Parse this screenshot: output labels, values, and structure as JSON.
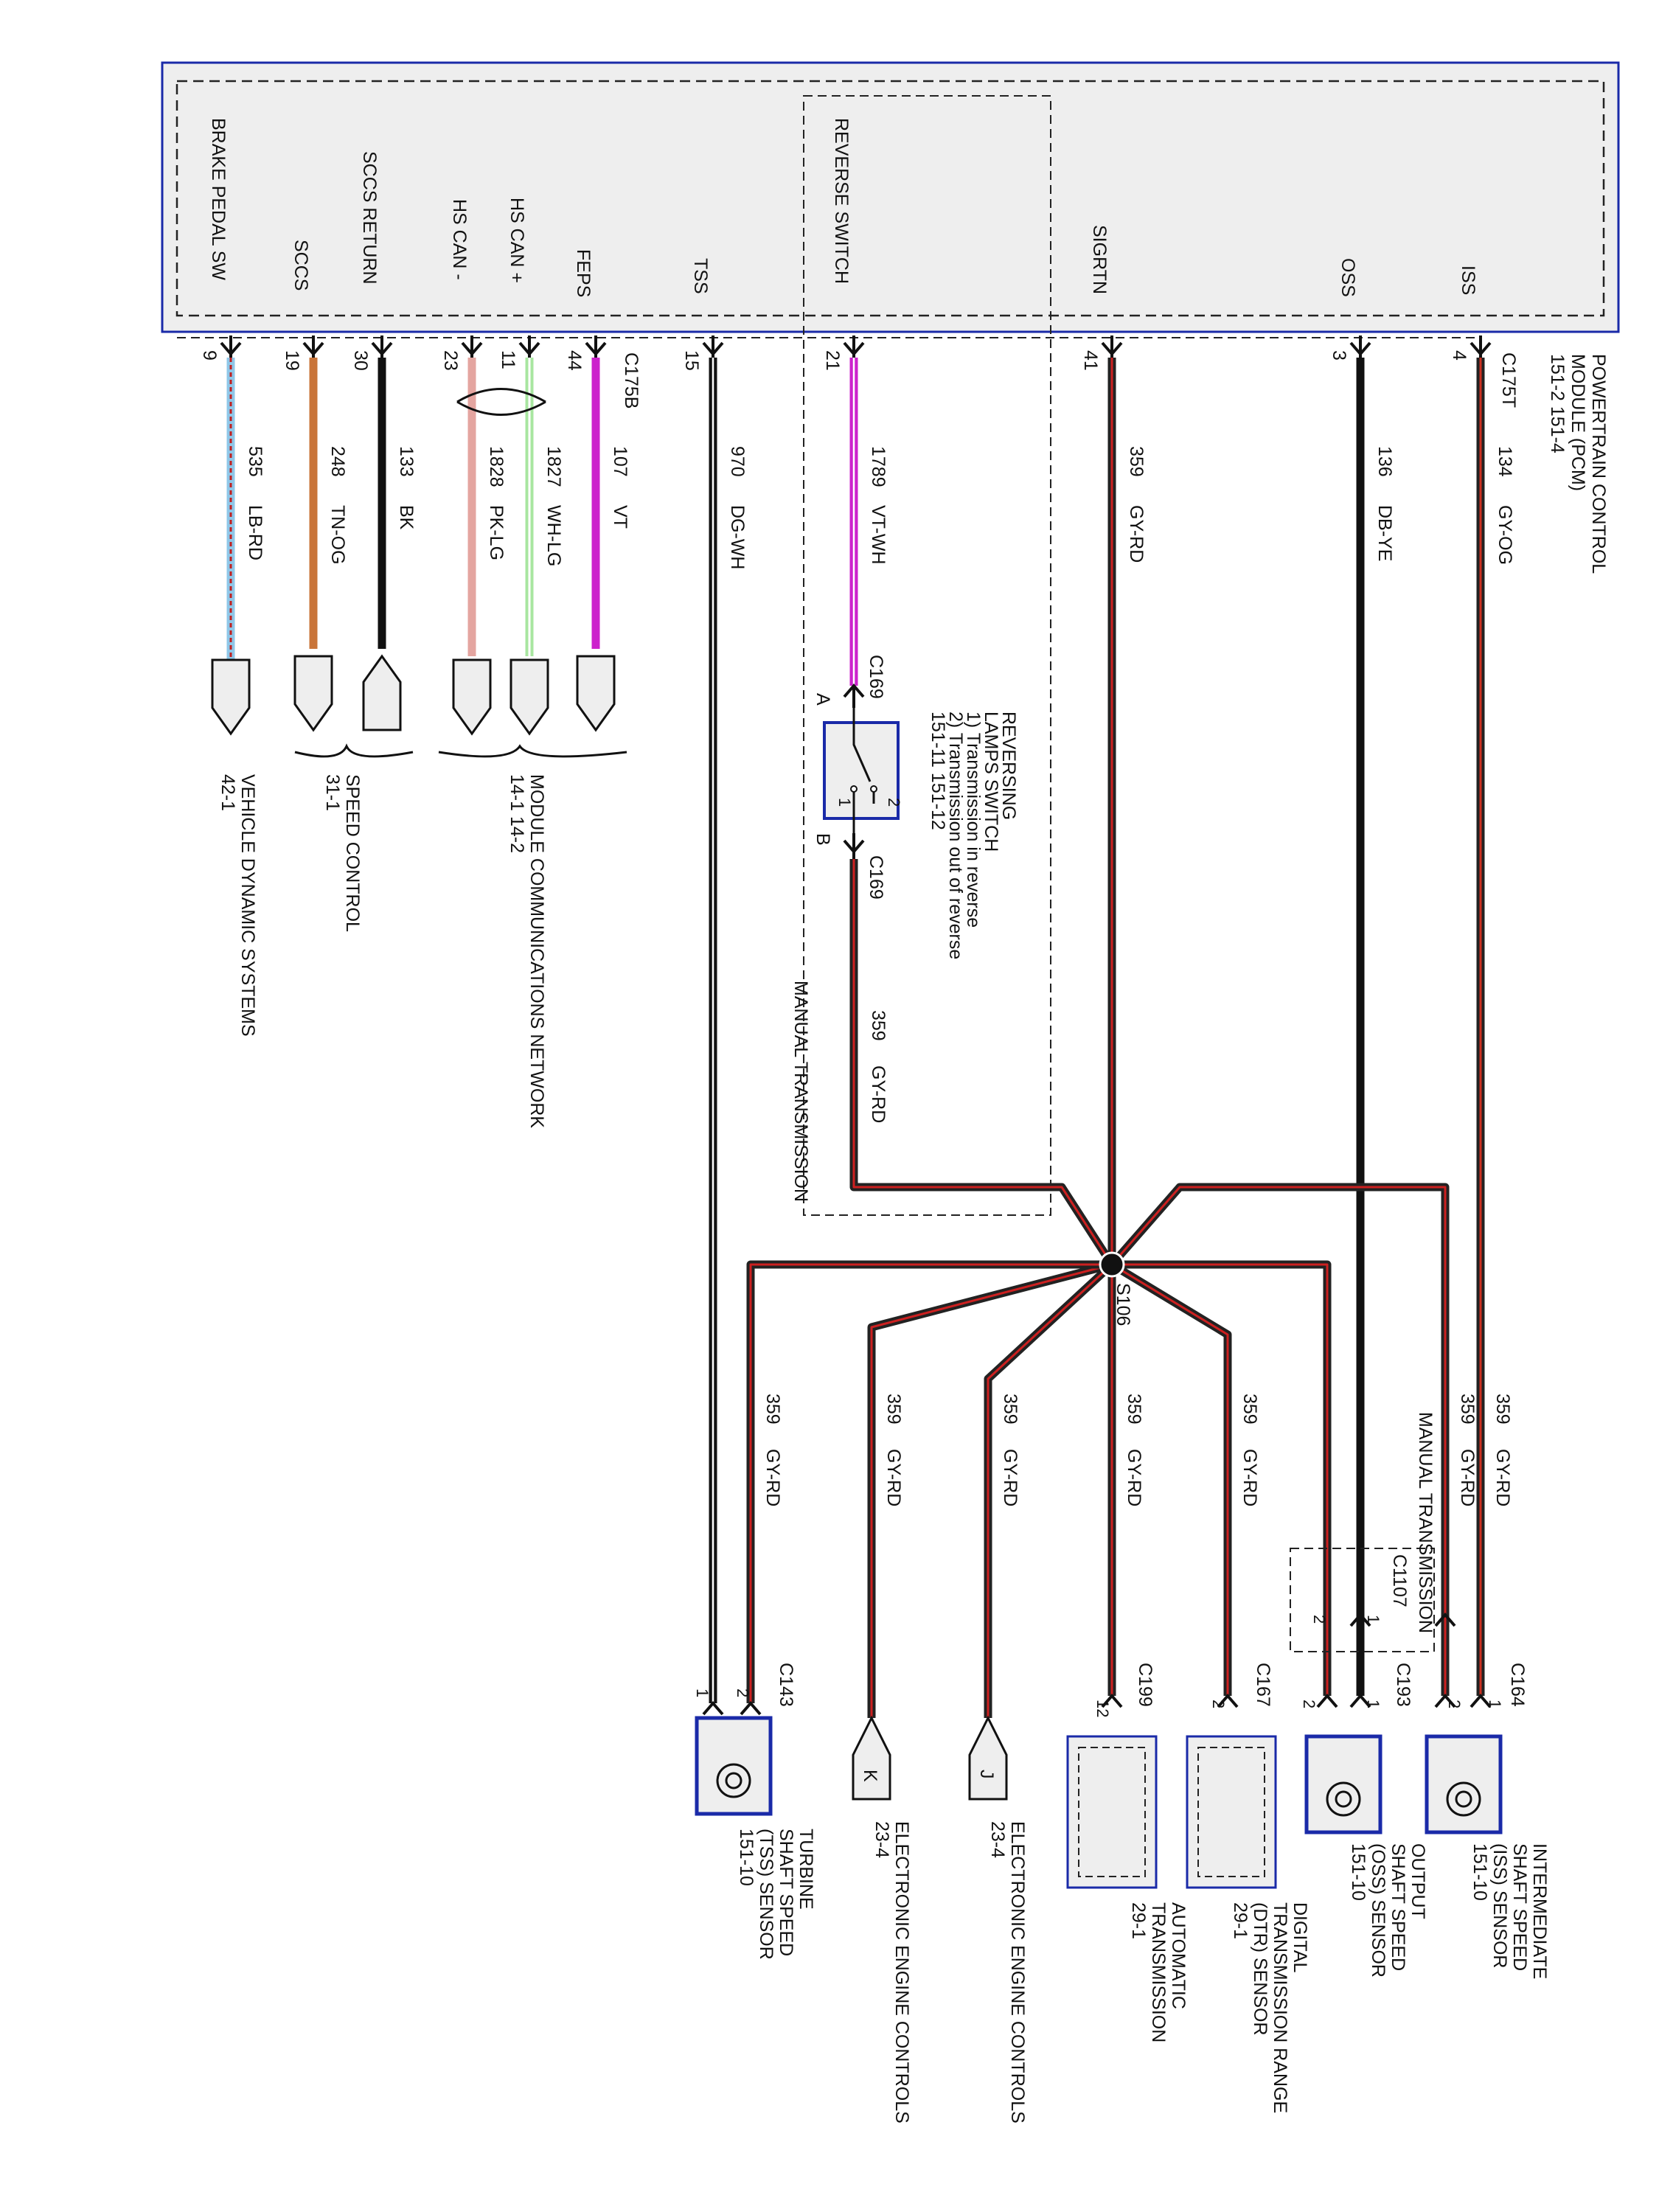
{
  "pcm": {
    "title_lines": [
      "POWERTRAIN CONTROL",
      "MODULE (PCM)",
      "151-2      151-4"
    ]
  },
  "manual_transmission_label": "MANUAL TRANSMISSION",
  "pcm_pins": [
    {
      "id": "brake",
      "signal": "BRAKE PEDAL SW",
      "pin": "9",
      "circuit": "535",
      "color_code": "LB-RD",
      "wire_colors": [
        "#8fc7e8",
        "#c02020"
      ]
    },
    {
      "id": "sccs",
      "signal": "SCCS",
      "pin": "19",
      "circuit": "248",
      "color_code": "TN-OG",
      "wire_colors": [
        "#c9753a",
        "#e07020"
      ]
    },
    {
      "id": "sccsret",
      "signal": "SCCS RETURN",
      "pin": "30",
      "circuit": "133",
      "color_code": "BK",
      "wire_colors": [
        "#111111",
        "#111111"
      ]
    },
    {
      "id": "hscanm",
      "signal": "HS CAN -",
      "pin": "23",
      "circuit": "1828",
      "color_code": "PK-LG",
      "wire_colors": [
        "#e4a5a0",
        "#a8e6a0"
      ]
    },
    {
      "id": "hscanp",
      "signal": "HS CAN +",
      "pin": "11",
      "circuit": "1827",
      "color_code": "WH-LG",
      "wire_colors": [
        "#ffffff",
        "#7ddc7d"
      ]
    },
    {
      "id": "feps",
      "signal": "FEPS",
      "pin": "44",
      "circuit": "107",
      "color_code": "VT",
      "wire_colors": [
        "#cc22cc",
        "#cc22cc"
      ]
    },
    {
      "id": "tss",
      "signal": "TSS",
      "pin": "15",
      "circuit": "970",
      "color_code": "DG-WH",
      "wire_colors": [
        "#111111",
        "#ffffff"
      ]
    },
    {
      "id": "rev",
      "signal": "REVERSE SWITCH",
      "pin": "21",
      "circuit": "1789",
      "color_code": "VT-WH",
      "wire_colors": [
        "#cc22cc",
        "#ffffff"
      ]
    },
    {
      "id": "sigrtn",
      "signal": "SIGRTN",
      "pin": "41",
      "circuit": "359",
      "color_code": "GY-RD",
      "wire_colors": [
        "#333333",
        "#cc2020"
      ]
    },
    {
      "id": "oss",
      "signal": "OSS",
      "pin": "3",
      "circuit": "136",
      "color_code": "DB-YE",
      "wire_colors": [
        "#111111",
        "#333333"
      ]
    },
    {
      "id": "iss",
      "signal": "ISS",
      "pin": "4",
      "circuit": "134",
      "color_code": "GY-OG",
      "wire_colors": [
        "#333333",
        "#cc3020"
      ]
    }
  ],
  "pcm_connectors": {
    "c175b": "C175B",
    "c175t": "C175T"
  },
  "destinations": {
    "vds": [
      "VEHICLE DYNAMIC SYSTEMS",
      "42-1"
    ],
    "speed": [
      "SPEED CONTROL",
      "31-1"
    ],
    "mcn": [
      "MODULE COMMUNICATIONS NETWORK",
      "14-1        14-2"
    ]
  },
  "reversing_switch": {
    "lines": [
      "REVERSING",
      "LAMPS SWITCH",
      "1) Transmission in reverse",
      "2) Transmission out of reverse",
      "151-11       151-12"
    ],
    "conn": "C169",
    "pin_a": "A",
    "pin_b": "B",
    "pos1": "1",
    "pos2": "2",
    "out_circuit": "359",
    "out_color": "GY-RD"
  },
  "splice": {
    "id": "S106"
  },
  "branches": [
    {
      "id": "b-iss",
      "circuit": "359",
      "color_code": "GY-RD"
    },
    {
      "id": "b-oss",
      "circuit": "359",
      "color_code": "GY-RD"
    },
    {
      "id": "b-dtr",
      "circuit": "359",
      "color_code": "GY-RD"
    },
    {
      "id": "b-at",
      "circuit": "359",
      "color_code": "GY-RD"
    },
    {
      "id": "b-j",
      "circuit": "359",
      "color_code": "GY-RD"
    },
    {
      "id": "b-k",
      "circuit": "359",
      "color_code": "GY-RD"
    },
    {
      "id": "b-tss",
      "circuit": "359",
      "color_code": "GY-RD"
    }
  ],
  "connectors": {
    "c164": "C164",
    "c193": "C193",
    "c1107": "C1107",
    "c167": "C167",
    "c199": "C199",
    "c143": "C143"
  },
  "pins": {
    "one": "1",
    "two": "2",
    "twelve": "12"
  },
  "components": {
    "iss": [
      "INTERMEDIATE",
      "SHAFT SPEED",
      "(ISS) SENSOR",
      "151-10"
    ],
    "oss": [
      "OUTPUT",
      "SHAFT SPEED",
      "(OSS) SENSOR",
      "151-10"
    ],
    "dtr": [
      "DIGITAL",
      "TRANSMISSION RANGE",
      "(DTR) SENSOR",
      "29-1"
    ],
    "at": [
      "AUTOMATIC",
      "TRANSMISSION",
      "29-1"
    ],
    "ecj": [
      "ELECTRONIC ENGINE CONTROLS",
      "23-4"
    ],
    "eck": [
      "ELECTRONIC ENGINE CONTROLS",
      "23-4"
    ],
    "tss": [
      "TURBINE",
      "SHAFT SPEED",
      "(TSS) SENSOR",
      "151-10"
    ]
  },
  "connector_letters": {
    "j": "J",
    "k": "K"
  }
}
